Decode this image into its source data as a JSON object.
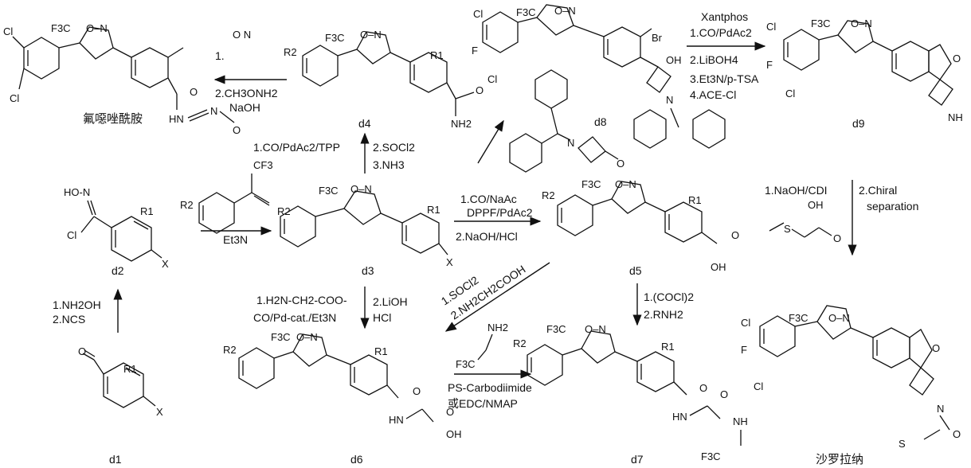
{
  "compounds": {
    "d1": "d1",
    "d2": "d2",
    "d3": "d3",
    "d4": "d4",
    "d5": "d5",
    "d6": "d6",
    "d7": "d7",
    "d8": "d8",
    "d9": "d9",
    "fluralaner": "氟噁唑酰胺",
    "sarolaner": "沙罗拉纳"
  },
  "atoms": {
    "cl": "Cl",
    "f": "F",
    "br": "Br",
    "cf3": "F3C",
    "isoxazoline": "O–N",
    "x": "X",
    "r1": "R1",
    "r2": "R2",
    "oh": "OH",
    "nh2": "NH2",
    "hon": "HO-N",
    "nh": "NH",
    "n": "N",
    "o": "O",
    "hn": "HN",
    "f3c_tail": "F3C"
  },
  "conditions": {
    "d1_d2": [
      "1.NH2OH",
      "2.NCS"
    ],
    "d2_d3": [
      "Et3N"
    ],
    "d3_d4": [
      "1.CO/PdAc2/TPP",
      "2.SOCl2",
      "3.NH3"
    ],
    "d4_flu": [
      "1.",
      "2.CH3ONH2",
      "NaOH"
    ],
    "d3_d5": [
      "1.CO/NaAc",
      "DPPF/PdAc2",
      "2.NaOH/HCl"
    ],
    "d3_d6": [
      "1.H2N-CH2-COO-",
      "CO/Pd-cat./Et3N",
      "2.LiOH",
      "HCl"
    ],
    "d5_d6": [
      "1.SOCl2",
      "2.NH2CH2COOH"
    ],
    "d5_d7": [
      "1.(COCl)2",
      "2.RNH2"
    ],
    "d6_d7": [
      "PS-Carbodiimide",
      "或EDC/NMAP"
    ],
    "d8_d9": [
      "1.CO/PdAc2",
      "Xantphos",
      "2.LiBOH4",
      "3.Et3N/p-TSA",
      "4.ACE-Cl"
    ],
    "d9_sar": [
      "1.NaOH/CDI",
      "2.Chiral",
      "separation"
    ]
  },
  "reagents": {
    "styrene": "CF3",
    "amine": "CF3 ethylamine"
  }
}
